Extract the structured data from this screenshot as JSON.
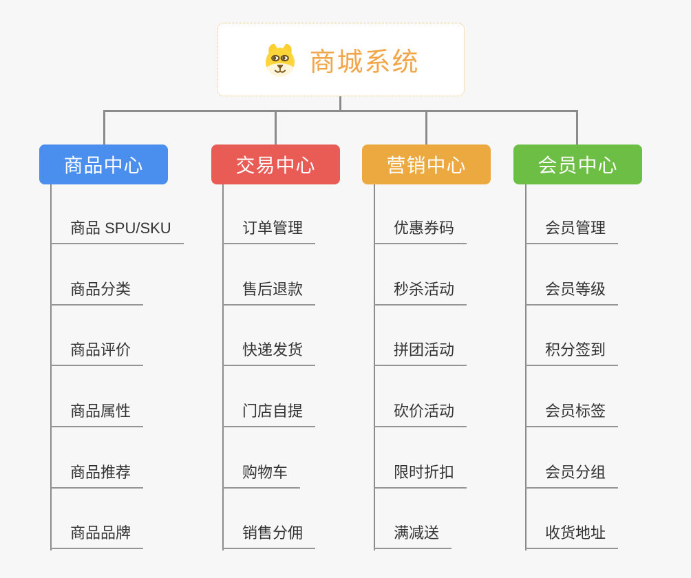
{
  "canvas": {
    "background_color": "#f7f7f7",
    "connector_color": "#8b8b8b",
    "leaf_underline_color": "#949494",
    "leaf_text_color": "#333333"
  },
  "root": {
    "label": "商城系统",
    "icon": "dog-face-icon",
    "text_color": "#f2a64a",
    "border_color": "#efbd6d",
    "background_color": "#ffffff"
  },
  "branches": [
    {
      "label": "商品中心",
      "color": "#4a8fee",
      "items": [
        "商品 SPU/SKU",
        "商品分类",
        "商品评价",
        "商品属性",
        "商品推荐",
        "商品品牌"
      ]
    },
    {
      "label": "交易中心",
      "color": "#e85c55",
      "items": [
        "订单管理",
        "售后退款",
        "快递发货",
        "门店自提",
        "购物车",
        "销售分佣"
      ]
    },
    {
      "label": "营销中心",
      "color": "#eca93f",
      "items": [
        "优惠券码",
        "秒杀活动",
        "拼团活动",
        "砍价活动",
        "限时折扣",
        "满减送"
      ]
    },
    {
      "label": "会员中心",
      "color": "#6cbe44",
      "items": [
        "会员管理",
        "会员等级",
        "积分签到",
        "会员标签",
        "会员分组",
        "收货地址"
      ]
    }
  ]
}
